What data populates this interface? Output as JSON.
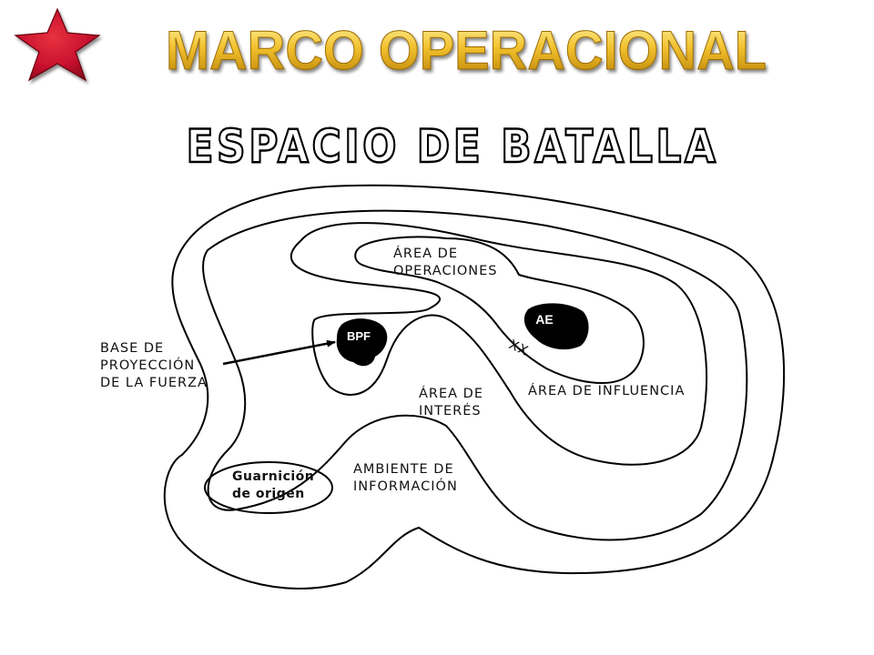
{
  "slide": {
    "title": "MARCO OPERACIONAL",
    "subtitle": "ESPACIO DE BATALLA",
    "colors": {
      "title_gold_light": "#FFF3A0",
      "title_gold_mid": "#F2C12E",
      "title_gold_dark": "#B77F06",
      "star_red": "#C8102E",
      "star_dark": "#7A0A1A",
      "line": "#000000",
      "blob": "#000000"
    },
    "icons": {
      "logo": "red-star-icon"
    }
  },
  "diagram": {
    "labels": {
      "area_operaciones": [
        "ÁREA DE",
        "OPERACIONES"
      ],
      "base_proyeccion": [
        "BASE DE",
        "PROYECCIÓN",
        "DE LA FUERZA"
      ],
      "area_interes": [
        "ÁREA DE",
        "INTERÉS"
      ],
      "area_influencia": "ÁREA DE INFLUENCIA",
      "ambiente_informacion": [
        "AMBIENTE DE",
        "INFORMACIÓN"
      ],
      "guarnicion": [
        "Guarnición",
        "de origen"
      ],
      "bpf": "BPF",
      "ae": "AE",
      "boundary_symbol": "XX"
    }
  }
}
